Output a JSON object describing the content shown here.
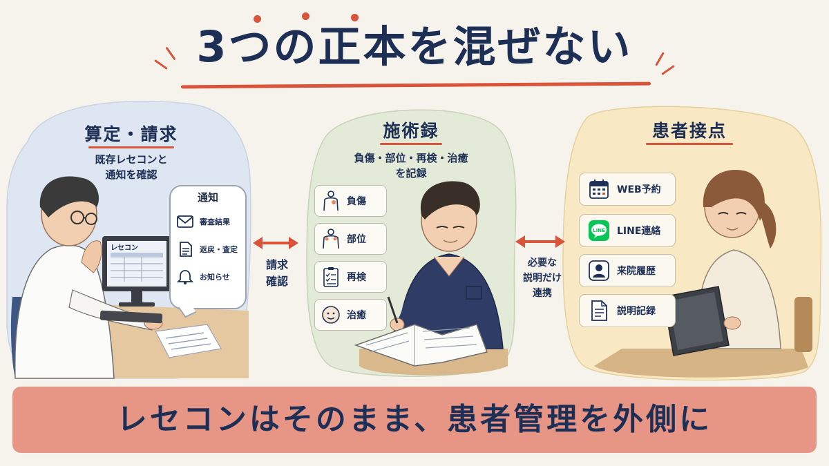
{
  "title": "3つの正本を混ぜない",
  "colors": {
    "accent": "#d9543a",
    "navy": "#1d2f55",
    "panel_left": "#dde6f1",
    "panel_middle": "#e3ead7",
    "panel_right": "#f8e9c4",
    "banner": "#e79585"
  },
  "panels": {
    "billing": {
      "title": "算定・請求",
      "description": [
        "既存レセコンと",
        "通知を確認"
      ],
      "monitor_label": "レセコン",
      "notifications": {
        "title": "通知",
        "items": [
          {
            "label": "審査結果",
            "icon": "envelope-icon"
          },
          {
            "label": "返戻・査定",
            "icon": "document-icon"
          },
          {
            "label": "お知らせ",
            "icon": "bell-icon"
          }
        ]
      }
    },
    "records": {
      "title": "施術録",
      "description": [
        "負傷・部位・再検・治癒",
        "を記録"
      ],
      "items": [
        {
          "label": "負傷",
          "icon": "body-injury-icon"
        },
        {
          "label": "部位",
          "icon": "body-part-icon"
        },
        {
          "label": "再検",
          "icon": "clipboard-icon"
        },
        {
          "label": "治癒",
          "icon": "smile-face-icon"
        }
      ]
    },
    "contact": {
      "title": "患者接点",
      "items": [
        {
          "label": "WEB予約",
          "icon": "calendar-icon"
        },
        {
          "label": "LINE連絡",
          "icon": "line-icon"
        },
        {
          "label": "来院履歴",
          "icon": "person-card-icon"
        },
        {
          "label": "説明記録",
          "icon": "document-icon"
        }
      ]
    }
  },
  "connectors": {
    "left": [
      "請求",
      "確認"
    ],
    "right": [
      "必要な",
      "説明だけ",
      "連携"
    ]
  },
  "banner": "レセコンはそのまま、患者管理を外側に",
  "line_icon_text": "LINE"
}
